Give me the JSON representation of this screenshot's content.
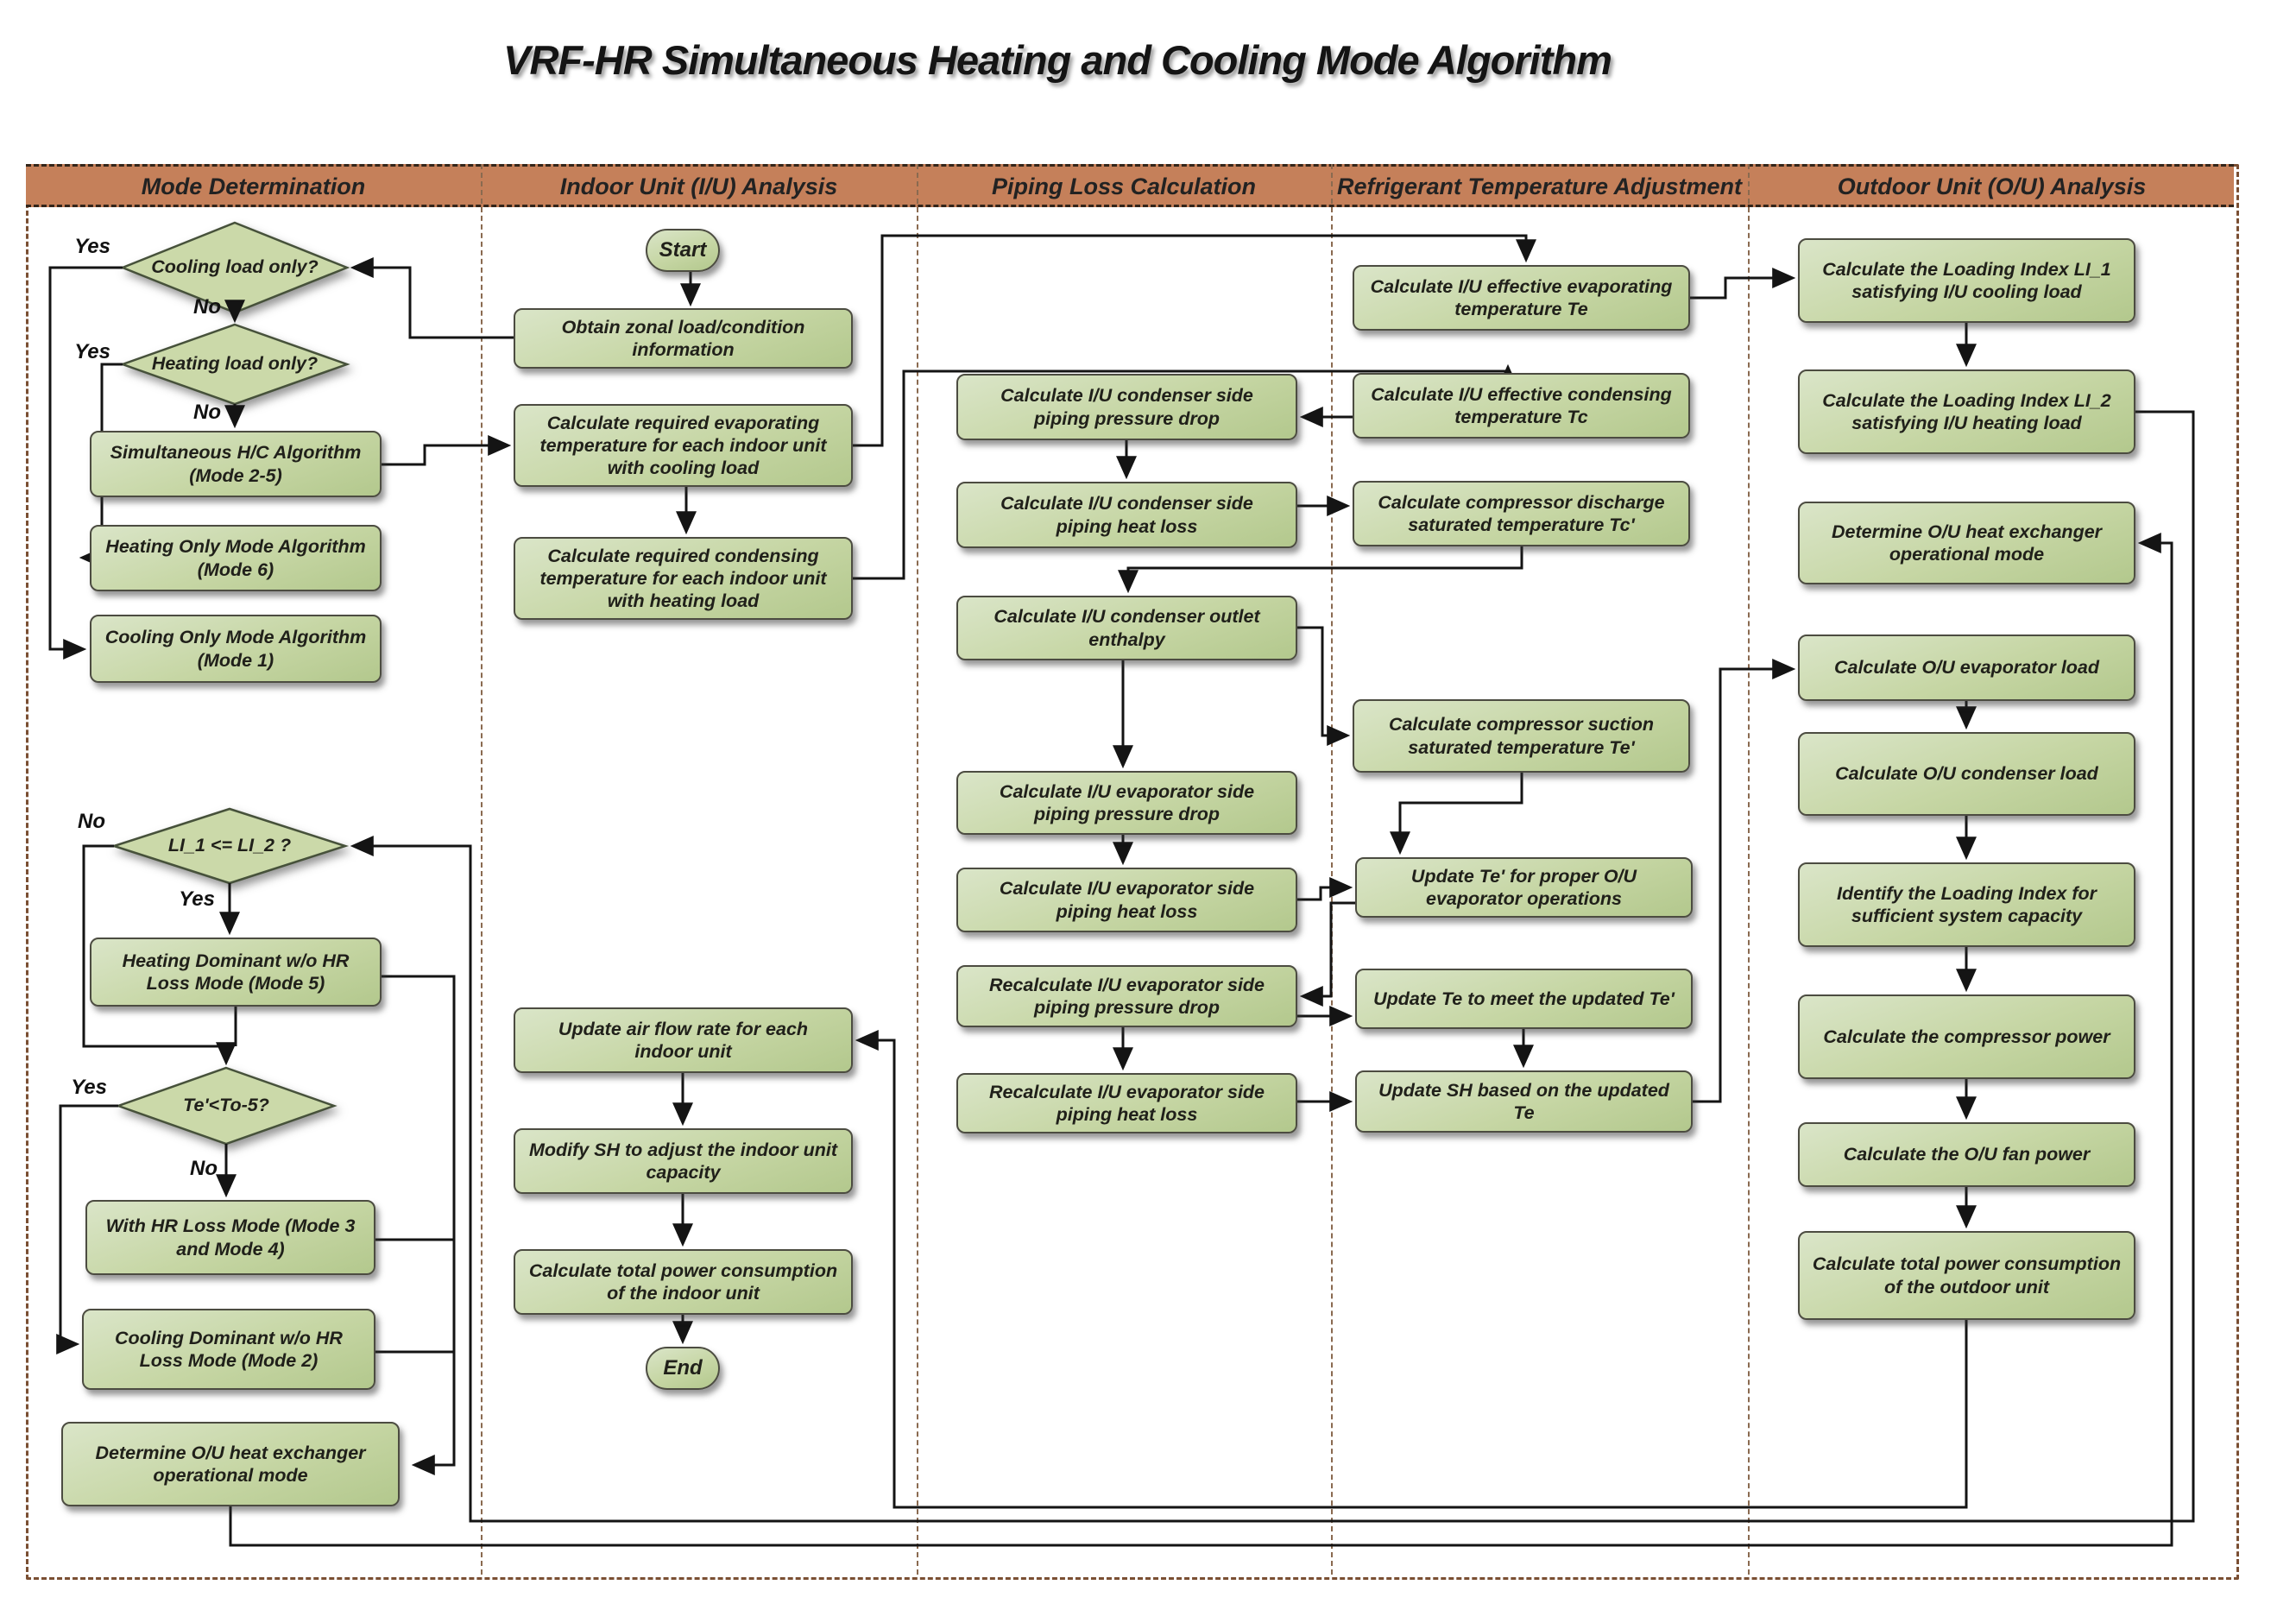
{
  "title": "VRF-HR Simultaneous Heating and Cooling Mode Algorithm",
  "lanes": [
    {
      "label": "Mode Determination"
    },
    {
      "label": "Indoor Unit (I/U) Analysis"
    },
    {
      "label": "Piping Loss Calculation"
    },
    {
      "label": "Refrigerant Temperature Adjustment"
    },
    {
      "label": "Outdoor Unit (O/U) Analysis"
    }
  ],
  "nodes": {
    "start": {
      "label": "Start"
    },
    "end": {
      "label": "End"
    },
    "d1": {
      "label": "Cooling load only?"
    },
    "d2": {
      "label": "Heating load only?"
    },
    "d3": {
      "label": "LI_1 <= LI_2 ?"
    },
    "d4": {
      "label": "Te'<To-5?"
    },
    "b1": {
      "label": "Simultaneous H/C Algorithm (Mode 2-5)"
    },
    "b2": {
      "label": "Heating Only Mode Algorithm (Mode 6)"
    },
    "b3": {
      "label": "Cooling Only Mode Algorithm (Mode 1)"
    },
    "b4": {
      "label": "Heating Dominant w/o HR Loss Mode (Mode 5)"
    },
    "b5": {
      "label": "With HR Loss Mode (Mode 3 and Mode 4)"
    },
    "b6": {
      "label": "Cooling Dominant w/o HR Loss Mode (Mode 2)"
    },
    "b7": {
      "label": "Determine O/U heat exchanger operational mode"
    },
    "c1": {
      "label": "Obtain zonal load/condition information"
    },
    "c2": {
      "label": "Calculate required evaporating temperature for each indoor unit with cooling load"
    },
    "c3": {
      "label": "Calculate required condensing temperature for each indoor unit with heating load"
    },
    "c4": {
      "label": "Update air flow rate for each indoor unit"
    },
    "c5": {
      "label": "Modify SH to adjust the indoor unit capacity"
    },
    "c6": {
      "label": "Calculate total power consumption of the indoor unit"
    },
    "p1": {
      "label": "Calculate I/U condenser side piping pressure drop"
    },
    "p2": {
      "label": "Calculate I/U condenser side piping heat loss"
    },
    "p3": {
      "label": "Calculate I/U condenser outlet enthalpy"
    },
    "p4": {
      "label": "Calculate I/U evaporator side piping pressure drop"
    },
    "p5": {
      "label": "Calculate I/U evaporator side piping heat loss"
    },
    "p6": {
      "label": "Recalculate I/U evaporator side piping pressure drop"
    },
    "p7": {
      "label": "Recalculate I/U evaporator side piping heat loss"
    },
    "r1": {
      "label": "Calculate I/U effective evaporating temperature Te"
    },
    "r2": {
      "label": "Calculate I/U effective condensing temperature Tc"
    },
    "r3": {
      "label": "Calculate compressor discharge saturated temperature Tc'"
    },
    "r4": {
      "label": "Calculate compressor suction saturated temperature Te'"
    },
    "r5": {
      "label": "Update Te' for proper O/U evaporator operations"
    },
    "r6": {
      "label": "Update Te to meet the updated Te'"
    },
    "r7": {
      "label": "Update SH based on the updated Te"
    },
    "o1": {
      "label": "Calculate the Loading Index LI_1 satisfying I/U cooling load"
    },
    "o2": {
      "label": "Calculate the Loading Index LI_2 satisfying I/U heating load"
    },
    "o3": {
      "label": "Determine O/U heat exchanger operational mode"
    },
    "o4": {
      "label": "Calculate O/U evaporator load"
    },
    "o5": {
      "label": "Calculate O/U condenser load"
    },
    "o6": {
      "label": "Identify the Loading Index for sufficient system capacity"
    },
    "o7": {
      "label": "Calculate the compressor power"
    },
    "o8": {
      "label": "Calculate the O/U fan power"
    },
    "o9": {
      "label": "Calculate total power consumption of the outdoor unit"
    }
  },
  "edge_labels": {
    "d1_yes": "Yes",
    "d1_no": "No",
    "d2_yes": "Yes",
    "d2_no": "No",
    "d3_no": "No",
    "d3_yes": "Yes",
    "d4_yes": "Yes",
    "d4_no": "No"
  },
  "colors": {
    "header_bg": "#c5805a",
    "node_fill": "#c6d6a4",
    "node_border": "#4c4c41",
    "frame_dash": "#7a4f33",
    "line": "#141414"
  }
}
